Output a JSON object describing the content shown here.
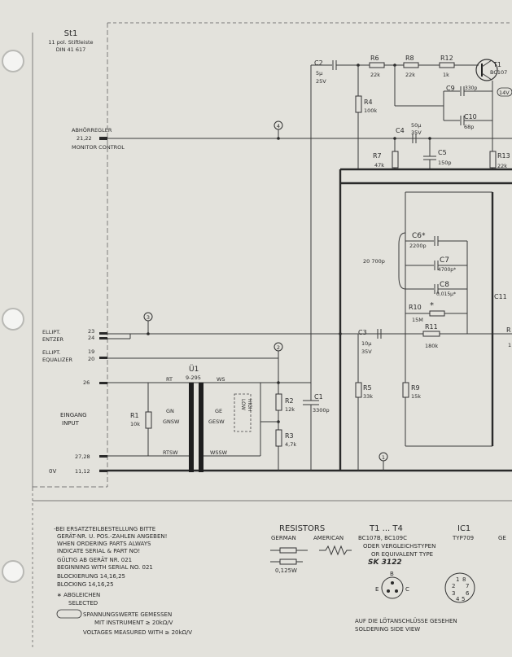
{
  "connector": {
    "name": "St1",
    "desc": "11 pol. Stiftleiste",
    "din": "DIN 41 617"
  },
  "labels": {
    "monitor_de": "ABHÖRREGLER",
    "monitor_pins": "21,22",
    "monitor_en": "MONITOR CONTROL",
    "ellipt1_de": "ELLIPT.",
    "ellipt1_de2": "ENTZER",
    "ellipt1_pins_a": "23",
    "ellipt1_pins_b": "24",
    "ellipt2_de": "ELLIPT.",
    "ellipt2_en": "EQUALIZER",
    "ellipt2_pins_a": "19",
    "ellipt2_pins_b": "20",
    "pin26": "26",
    "input_de": "EINGANG",
    "input_en": "INPUT",
    "pins2728": "27,28",
    "ov": "0V",
    "pins1112": "11,12"
  },
  "nodes": [
    "1",
    "2",
    "3",
    "4"
  ],
  "transformer": {
    "name": "Ü1",
    "part": "9-295",
    "rt": "RT",
    "ws": "WS",
    "gn": "GN",
    "gnsw": "GNSW",
    "ge": "GE",
    "gesw": "GESW",
    "rtsw": "RTSW",
    "wssw": "WSSW",
    "high": "HIGH",
    "low": "LOW"
  },
  "components": {
    "c2": "C2",
    "c2v": "5µ",
    "c2u": "25V",
    "r6": "R6",
    "r6v": "22k",
    "r8": "R8",
    "r8v": "22k",
    "r12": "R12",
    "r12v": "1k",
    "t1": "T1",
    "t1v": "BC107",
    "c9": "C9",
    "c9v": "330p",
    "c10": "C10",
    "c10v": "68p",
    "v14": "14V",
    "r4": "R4",
    "r4v": "100k",
    "c4": "C4",
    "c4v": "50µ",
    "c4u": "35V",
    "r7": "R7",
    "r7v": "47k",
    "c5": "C5",
    "c5v": "150p",
    "r13": "R13",
    "r13v": "22k",
    "c6": "C6*",
    "c6v": "2200p",
    "c7": "C7",
    "c7v": "4700p*",
    "c8": "C8",
    "c8v": "0,015µ*",
    "ctot": "20 700p",
    "r10": "R10",
    "r10star": "*",
    "r10v": "15M",
    "r11": "R11",
    "r11v": "180k",
    "c11": "C11",
    "c3": "C3",
    "c3v": "10µ",
    "c3u": "35V",
    "r1": "R1",
    "r1v": "10k",
    "r2": "R2",
    "r2v": "12k",
    "r3": "R3",
    "r3v": "4,7k",
    "c1": "C1",
    "c1v": "3300p",
    "r5": "R5",
    "r5v": "33k",
    "r9": "R9",
    "r9v": "15k",
    "edge_r": "R",
    "edge_1": "1"
  },
  "notes": {
    "n1": "-BEI ERSATZTEILBESTELLUNG BITTE",
    "n2": "GERÄT-NR. U. POS.-ZAHLEN ANGEBEN!",
    "n3": "WHEN ORDERING PARTS ALWAYS",
    "n4": "INDICATE SERIAL & PART NO!",
    "n5": "GÜLTIG AB GERÄT NR. 021",
    "n6": "BEGINNING WITH SERIAL NO. 021",
    "n7": "BLOCKIERUNG 14,16,25",
    "n8": "BLOCKING 14,16,25",
    "n9": "∗ ABGLEICHEN",
    "n10": "SELECTED",
    "n11": "SPANNUNGSWERTE GEMESSEN",
    "n12": "MIT INSTRUMENT ≥ 20kΩ/V",
    "n13": "VOLTAGES MEASURED WITH ≥ 20kΩ/V"
  },
  "legend": {
    "resistors": "RESISTORS",
    "german": "GERMAN",
    "american": "AMERICAN",
    "power": "0,125W",
    "t_range": "T1 ... T4",
    "t_types": "BC107B, BC109C",
    "t_equiv_de": "ODER VERGLEICHSTYPEN",
    "t_equiv_en": "OR EQUIVALENT TYPE",
    "sk": "SK 3122",
    "ic": "IC1",
    "ic_type": "TYP709",
    "ic_trunc": "GE",
    "b": "B",
    "e": "E",
    "c": "C",
    "pins": [
      "1",
      "2",
      "3",
      "4",
      "5",
      "6",
      "7",
      "8"
    ],
    "solder_de": "AUF DIE LÖTANSCHLÜSSE GESEHEN",
    "solder_en": "SOLDERING SIDE VIEW"
  }
}
